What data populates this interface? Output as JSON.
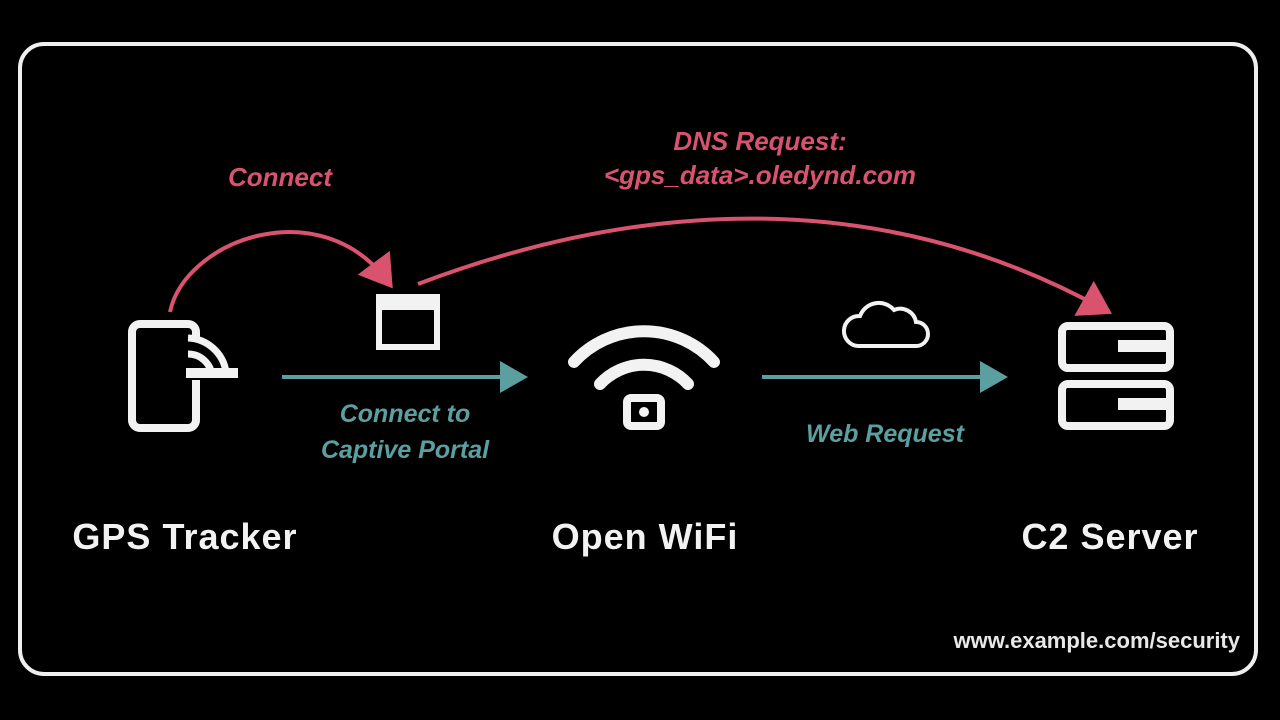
{
  "colors": {
    "background": "#000000",
    "frame": "#efefef",
    "request": "#d9536f",
    "network": "#5c9fa1",
    "icon": "#f2f2f2"
  },
  "icons": {
    "tracker": "phone-with-signal-icon",
    "captive_portal": "browser-window-icon",
    "wifi": "wifi-icon",
    "cloud": "cloud-icon",
    "server": "server-icon"
  },
  "labels": {
    "connect": "Connect",
    "dns_request_line1": "DNS Request:",
    "dns_request_line2": "<gps_data>.oledynd.com",
    "connect_captive_line1": "Connect to",
    "connect_captive_line2": "Captive Portal",
    "web_request": "Web Request"
  },
  "nodes": {
    "tracker": "GPS Tracker",
    "wifi": "Open WiFi",
    "server": "C2 Server"
  },
  "footer": "www.example.com/security"
}
